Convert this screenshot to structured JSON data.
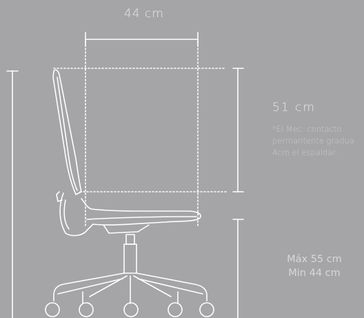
{
  "labels": {
    "width": "44 cm",
    "depth": "51 cm",
    "note": "*El Mec. contacto permantente gradua 4cm el espaldar.",
    "height_max": "Máx 55 cm",
    "height_min": "Min 44 cm"
  },
  "colors": {
    "background": "#a5a5a7",
    "line": "#ffffff",
    "text": "#e9e9ea"
  }
}
